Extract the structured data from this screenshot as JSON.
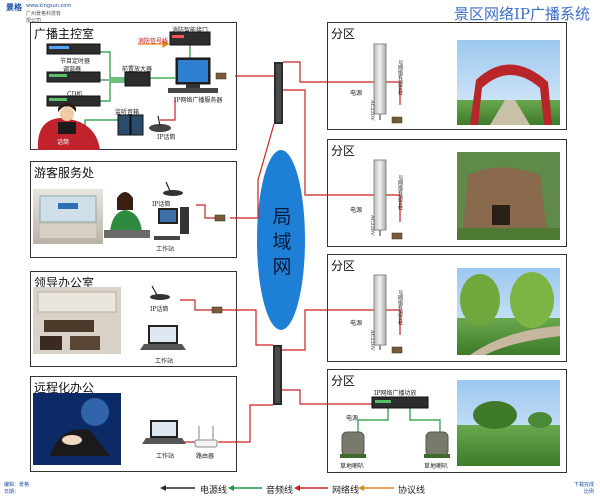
{
  "header": {
    "brand_name": "景格",
    "brand_sub": "www.kingsun.com",
    "brand_company": "广州景格科技有限公司",
    "title": "景区网络IP广播系统"
  },
  "panels": {
    "control_room": {
      "title": "广播主控室",
      "labels": {
        "program_timer": "节目定时器",
        "tuner": "调谐器",
        "cd": "CD机",
        "fire_signal": "消防信号线",
        "fire_interface": "消防智能接口",
        "front_amp": "前置放大器",
        "ip_server": "IP网络广播服务器",
        "monitor_speaker": "监听音箱",
        "ip_paging": "IP话筒",
        "broadcast": "话筒"
      }
    },
    "visitor_center": {
      "title": "游客服务处",
      "labels": {
        "ip_paging": "IP话筒",
        "workstation": "工作站"
      }
    },
    "leader_office": {
      "title": "领导办公室",
      "labels": {
        "ip_paging": "IP话筒",
        "workstation": "工作站"
      }
    },
    "remote_office": {
      "title": "远程化办公",
      "labels": {
        "workstation": "工作站",
        "router": "路由器"
      }
    }
  },
  "lan": {
    "label_chars": [
      "局",
      "域",
      "网"
    ]
  },
  "zones": [
    {
      "title": "分区",
      "device_label": "IP网络有源音柱",
      "power_label": "电源",
      "ac_label": "AC220V",
      "scene": "gate"
    },
    {
      "title": "分区",
      "device_label": "IP网络有源音柱",
      "power_label": "电源",
      "ac_label": "AC220V",
      "scene": "rock"
    },
    {
      "title": "分区",
      "device_label": "IP网络有源音柱",
      "power_label": "电源",
      "ac_label": "AC220V",
      "scene": "willow"
    },
    {
      "title": "分区",
      "device_label": "IP网络广播功放",
      "power_label": "电源",
      "ac_label": "",
      "speaker_left": "草地喇叭",
      "speaker_right": "草地喇叭",
      "scene": "park"
    }
  ],
  "legend": [
    {
      "label": "电源线",
      "color": "#2a2a2a"
    },
    {
      "label": "音频线",
      "color": "#1a9a3a"
    },
    {
      "label": "网络线",
      "color": "#cc2222"
    },
    {
      "label": "协议线",
      "color": "#e08a1c"
    }
  ],
  "footer": {
    "left_line1": "编辑：景格",
    "left_line2": "日期：",
    "right_line1": "下载完成",
    "right_line2": "比例"
  }
}
